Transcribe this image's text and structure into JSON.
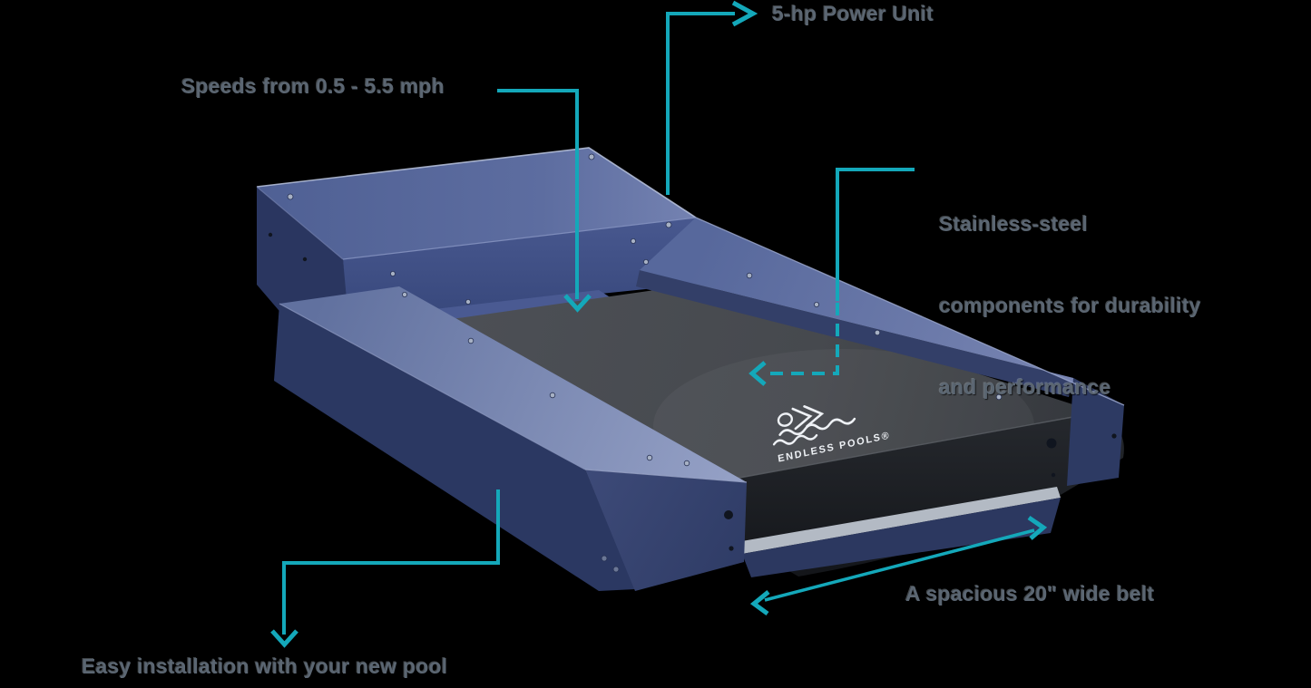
{
  "colors": {
    "accent": "#14a8ba",
    "label_text": "#5b6672",
    "logo": "#eef1f5",
    "frame_blue": "#5a6b9e",
    "frame_dark_blue": "#2c3961",
    "belt_gray": "#3f4247"
  },
  "callouts": {
    "power_unit": "5-hp Power Unit",
    "speeds": "Speeds from 0.5 - 5.5 mph",
    "stainless_line1": "Stainless-steel",
    "stainless_line2": "components for durability",
    "stainless_line3": "and performance",
    "belt": "A spacious 20\" wide belt",
    "installation": "Easy installation with your new pool"
  },
  "product": {
    "brand_logo": "ENDLESS POOLS®"
  }
}
